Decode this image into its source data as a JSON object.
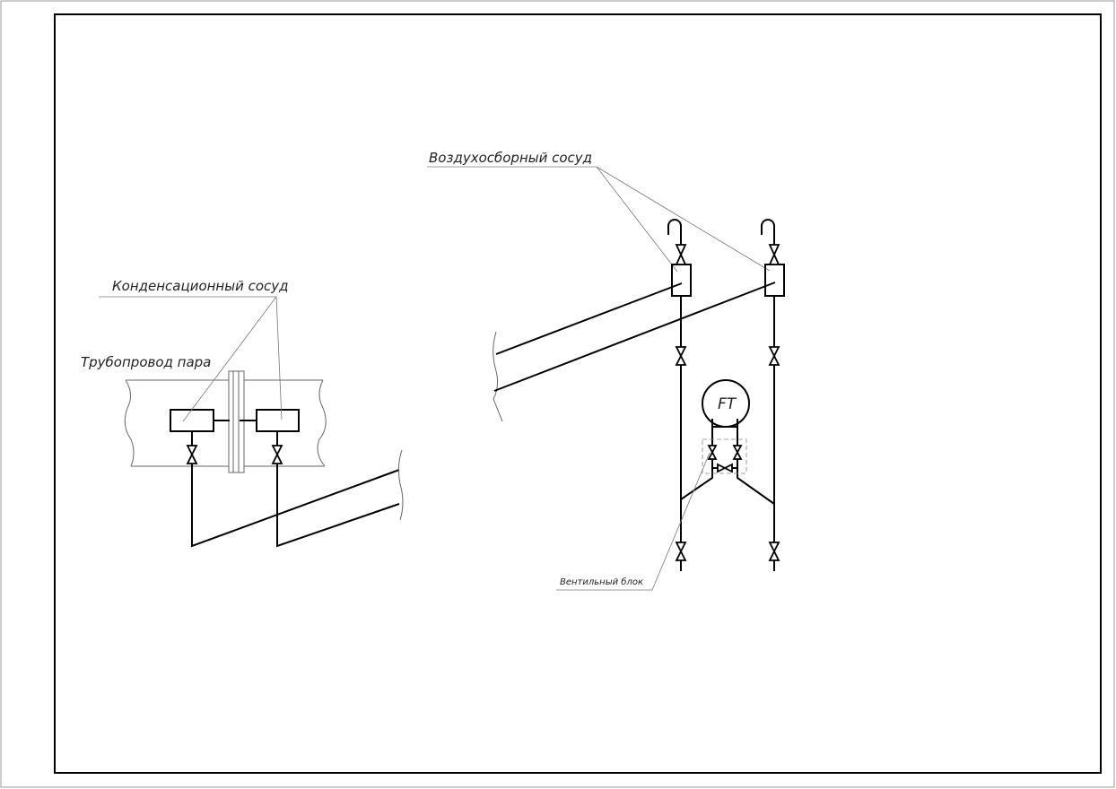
{
  "labels": {
    "condensation_vessel": "Конденсационный сосуд",
    "steam_pipeline": "Трубопровод  пара",
    "air_collection_vessel": "Воздухосборный сосуд",
    "valve_block": "Вентильный блок",
    "flow_transmitter": "FT"
  },
  "colors": {
    "line": "#000000",
    "leader": "#777777",
    "frame": "#000000"
  }
}
